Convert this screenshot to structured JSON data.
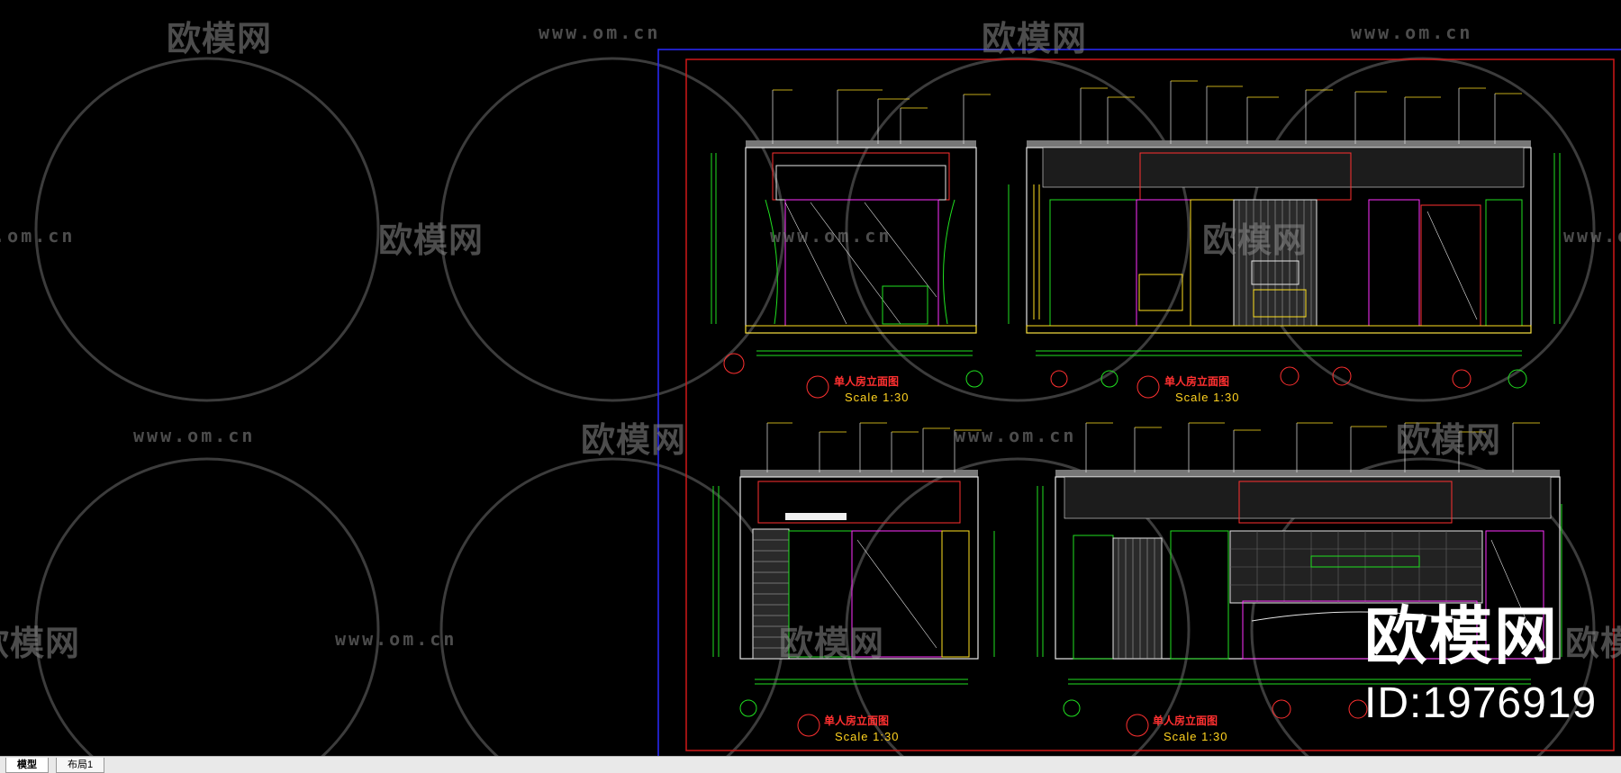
{
  "watermarks": {
    "url": "www.om.cn",
    "brand": "欧模网"
  },
  "overlay": {
    "brand": "欧模网",
    "id_text": "ID:1976919"
  },
  "drawing_titles": {
    "top_left": {
      "title": "单人房立面图",
      "scale": "Scale 1:30"
    },
    "top_right": {
      "title": "单人房立面图",
      "scale": "Scale 1:30"
    },
    "bottom_left": {
      "title": "单人房立面图",
      "scale": "Scale 1:30"
    },
    "bottom_right": {
      "title": "单人房立面图",
      "scale": "Scale 1:30"
    }
  },
  "tabs": [
    {
      "label": "模型",
      "active": true
    },
    {
      "label": "布局1",
      "active": false
    }
  ],
  "colors": {
    "background": "#000000",
    "viewport_border": "#2a2aff",
    "sheet_border": "#d01818",
    "line_white": "#e6e6e6",
    "line_green": "#20e020",
    "line_yellow": "#ffe020",
    "line_magenta": "#ff30ff",
    "line_red": "#ff3030"
  }
}
